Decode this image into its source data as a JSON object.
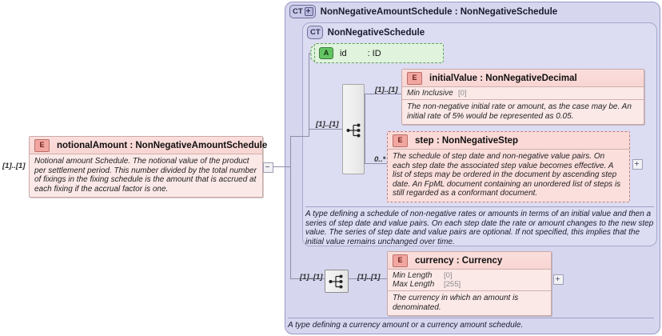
{
  "diagram": {
    "type": "xsd-schema-diagram",
    "colors": {
      "container_bg": "#d6d6ef",
      "inner_bg": "#dcdcf2",
      "element_bg": "#fbe9e8",
      "attribute_bg": "#dff3dd",
      "badge_element": "#f2a6a0",
      "badge_attribute": "#63c463",
      "line": "#8e8ea8"
    }
  },
  "root_element": {
    "badge": "E",
    "badge_icon": "element-badge-icon",
    "name": "notionalAmount",
    "separator": ":",
    "type": "NonNegativeAmountSchedule",
    "title": "notionalAmount : NonNegativeAmountSchedule",
    "cardinality": "[1]..[1]",
    "documentation": "Notional amount Schedule. The notional value of the product per settlement period. This number divided by the total number of fixings in the fixing schedule is the amount that is accrued at each fixing if the accrual factor is one.",
    "expander": "minus"
  },
  "outer_type": {
    "badge": "CT",
    "badge_icon": "complex-type-badge-icon",
    "expander": "plus",
    "name": "NonNegativeAmountSchedule",
    "separator": ":",
    "base": "NonNegativeSchedule",
    "title": "NonNegativeAmountSchedule : NonNegativeSchedule",
    "documentation": "A type defining a currency amount or a currency amount schedule."
  },
  "inner_type": {
    "badge": "CT",
    "badge_icon": "complex-type-badge-icon",
    "name": "NonNegativeSchedule",
    "title": "NonNegativeSchedule",
    "documentation": "A type defining a schedule of non-negative rates or amounts in terms of an initial value and then a series of step date and value pairs. On each step date the rate or amount changes to the new step value. The series of step date and value pairs are optional. If not specified, this implies that the initial value remains unchanged over time."
  },
  "attribute": {
    "badge": "A",
    "badge_icon": "attribute-badge-icon",
    "name": "id",
    "separator": ": ID",
    "type": "ID",
    "border_style": "dashed"
  },
  "compositors": [
    {
      "name": "sequence-compositor-schedule",
      "kind": "sequence",
      "icon": "sequence-icon",
      "cardinality_in": "[1]..[1]"
    },
    {
      "name": "sequence-compositor-currency",
      "kind": "sequence",
      "icon": "sequence-icon",
      "cardinality_in": "[1]..[1]",
      "cardinality_out": "[1]..[1]"
    }
  ],
  "elements": [
    {
      "id": "initialValue",
      "badge": "E",
      "name": "initialValue",
      "separator": ":",
      "type": "NonNegativeDecimal",
      "title": "initialValue : NonNegativeDecimal",
      "cardinality": "[1]..[1]",
      "border_style": "solid",
      "facets": [
        {
          "label": "Min Inclusive",
          "value": "[0]"
        }
      ],
      "documentation": "The non-negative initial rate or amount, as the case may be. An initial rate of 5% would be represented as 0.05."
    },
    {
      "id": "step",
      "badge": "E",
      "name": "step",
      "separator": ":",
      "type": "NonNegativeStep",
      "title": "step : NonNegativeStep",
      "cardinality": "0..*",
      "border_style": "dashed",
      "facets": [],
      "documentation": "The schedule of step date and non-negative value pairs. On each step date the associated step value becomes effective. A list of steps may be ordered in the document by ascending step date. An FpML document containing an unordered list of steps is still regarded as a conformant document.",
      "expander": "plus"
    },
    {
      "id": "currency",
      "badge": "E",
      "name": "currency",
      "separator": ":",
      "type": "Currency",
      "title": "currency : Currency",
      "cardinality": "[1]..[1]",
      "border_style": "solid",
      "facets": [
        {
          "label": "Min Length",
          "value": "[0]"
        },
        {
          "label": "Max Length",
          "value": "[255]"
        }
      ],
      "documentation": "The currency in which an amount is denominated.",
      "expander": "plus"
    }
  ]
}
